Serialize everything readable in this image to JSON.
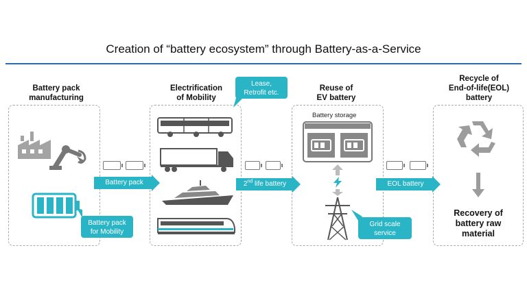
{
  "title": "Creation of “battery ecosystem” through Battery-as-a-Service",
  "stages": [
    {
      "title_lines": [
        "Battery pack",
        "manufacturing"
      ]
    },
    {
      "title_lines": [
        "Electrification",
        "of Mobility"
      ]
    },
    {
      "title_lines": [
        "Reuse of",
        "EV battery"
      ]
    },
    {
      "title_lines": [
        "Recycle of",
        "End-of-life(EOL)",
        "battery"
      ]
    }
  ],
  "arrows": {
    "battery_pack": "Battery pack",
    "second_life_prefix": "2",
    "second_life_sup": "nd",
    "second_life_suffix": " life battery",
    "eol": "EOL battery"
  },
  "callouts": {
    "lease_lines": [
      "Lease,",
      "Retrofit etc."
    ],
    "battery_pack_mobility_lines": [
      "Battery pack",
      "for Mobility"
    ],
    "grid_scale_lines": [
      "Grid scale",
      "service"
    ]
  },
  "battery_storage_label": "Battery storage",
  "recovery_lines": [
    "Recovery of",
    "battery raw",
    "material"
  ],
  "icons": {
    "factory": "factory-icon",
    "robot_arm": "robot-arm-icon",
    "battery": "battery-icon",
    "bus": "bus-icon",
    "truck": "truck-icon",
    "ship": "ship-icon",
    "train": "train-icon",
    "storage": "battery-storage-icon",
    "pylon": "power-pylon-icon",
    "recycle": "recycle-icon"
  },
  "colors": {
    "accent": "#29b5c6",
    "rule": "#2d6aa8",
    "icon_gray": "#9c9c9c",
    "dark_gray": "#6e6e6e"
  }
}
